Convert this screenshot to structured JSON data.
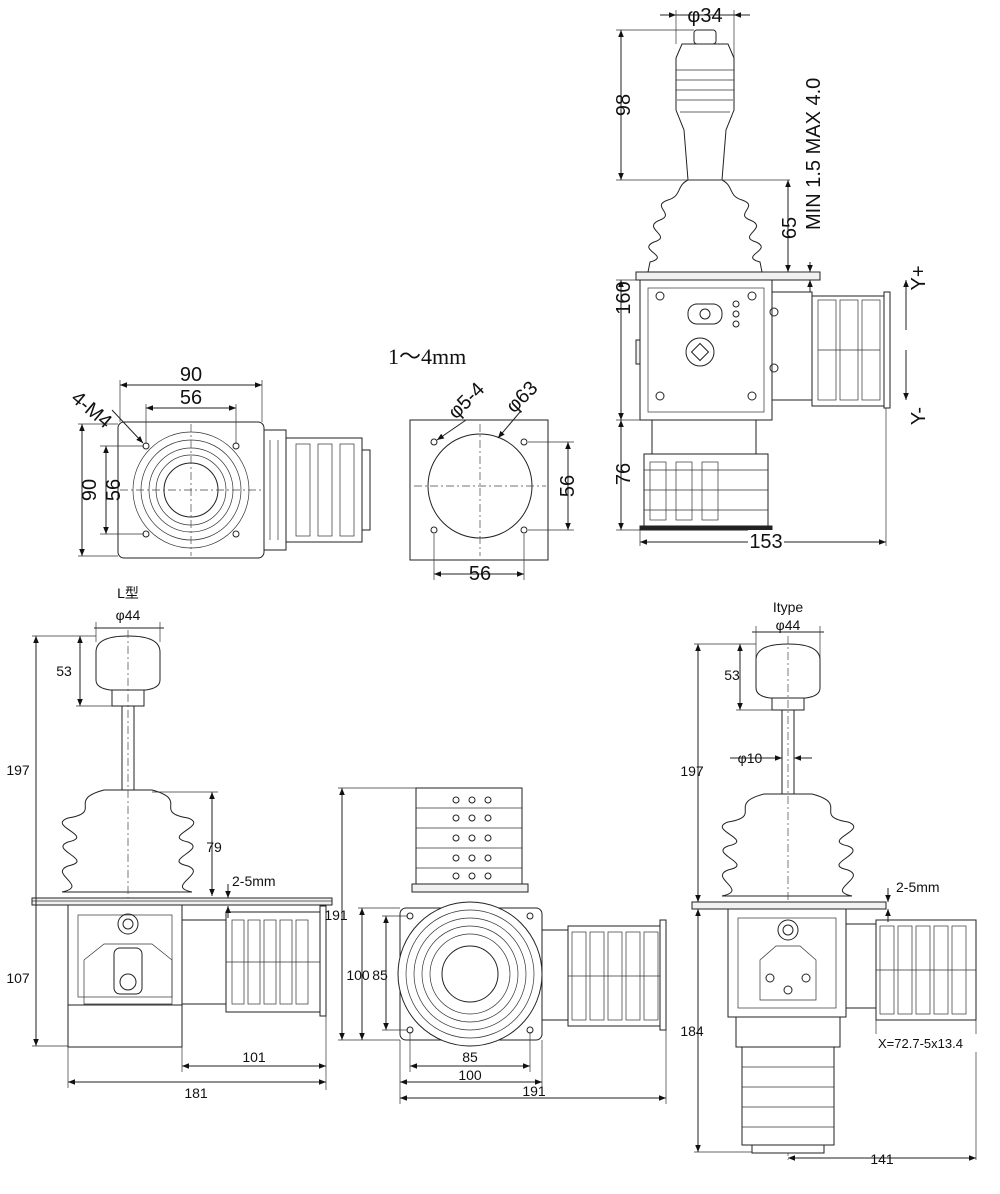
{
  "top_view": {
    "outer_width": "90",
    "hole_spacing_h": "56",
    "outer_height": "90",
    "hole_spacing_v": "56",
    "mount_holes": "4-M4"
  },
  "panel_cutout": {
    "plate_thickness": "1～4mm",
    "hole_dia": "φ5-4",
    "cutout_dia": "φ63",
    "hole_spacing_v": "56",
    "hole_spacing_h": "56"
  },
  "side_view_top": {
    "grip_dia": "φ34",
    "handle_height": "98",
    "boot_height": "65",
    "panel_range": "MIN 1.5  MAX 4.0",
    "body_height": "160",
    "lower_height": "76",
    "total_width": "153",
    "dir_pos": "Y+",
    "dir_neg": "Y-"
  },
  "l_type": {
    "title": "L型",
    "knob_dia": "φ44",
    "knob_height": "53",
    "total_height": "197",
    "boot_height": "79",
    "panel_range": "2-5mm",
    "below_panel": "107",
    "switch_width": "101",
    "total_width": "181"
  },
  "front_view": {
    "height": "191",
    "cutout_a": "100",
    "cutout_b": "85",
    "width_85": "85",
    "width_100": "100",
    "total_width": "191"
  },
  "i_type": {
    "title": "Itype",
    "knob_dia": "φ44",
    "knob_height": "53",
    "shaft_dia": "φ10",
    "total_height": "197",
    "panel_range": "2-5mm",
    "below_panel": "184",
    "switch_pitch": "X=72.7-5x13.4",
    "total_width": "141"
  }
}
